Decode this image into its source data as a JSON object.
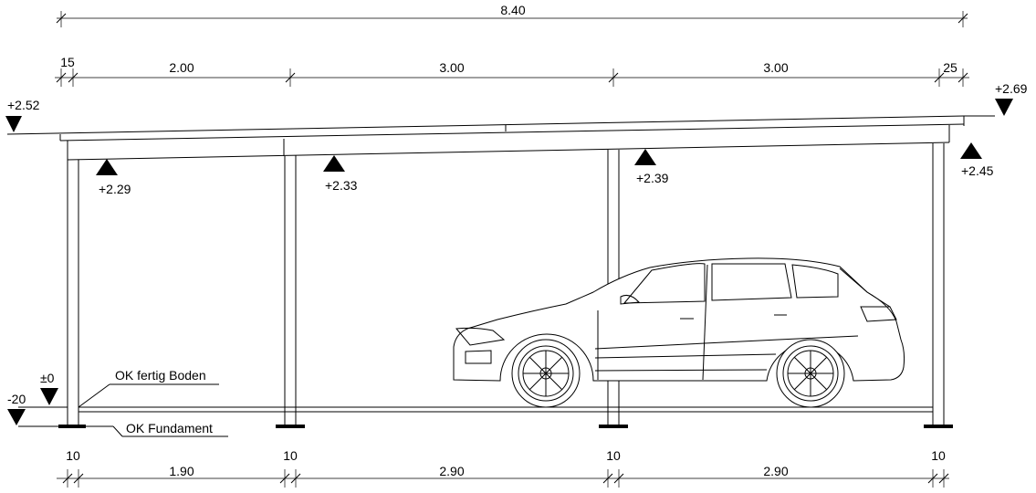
{
  "dimensions_top": {
    "overall": "8.40",
    "edge_left": "15",
    "span_1": "2.00",
    "span_2": "3.00",
    "span_3": "3.00",
    "edge_right": "25"
  },
  "dimensions_bottom": {
    "post_1": "10",
    "span_1": "1.90",
    "post_2": "10",
    "span_2": "2.90",
    "post_3": "10",
    "span_3": "2.90",
    "post_4": "10"
  },
  "levels": {
    "roof_left": "+2.52",
    "roof_right": "+2.69",
    "beam_1": "+2.29",
    "beam_2": "+2.33",
    "beam_3": "+2.39",
    "beam_4": "+2.45",
    "floor": "±0",
    "foundation": "-20"
  },
  "labels": {
    "floor": "OK fertig Boden",
    "foundation": "OK Fundament"
  }
}
